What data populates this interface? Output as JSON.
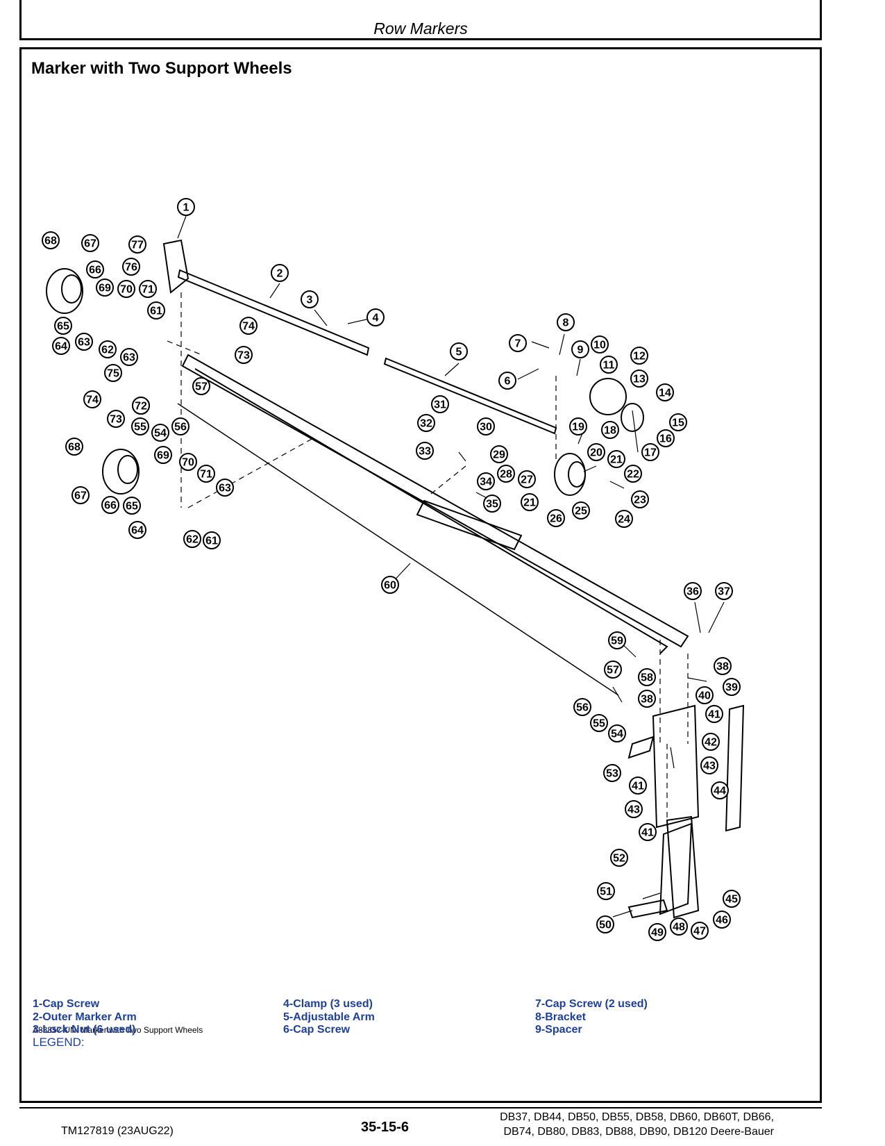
{
  "header": {
    "title": "Row Markers"
  },
  "section": {
    "title": "Marker with Two Support Wheels"
  },
  "figure": {
    "caption": "A83857-UN: Marker with Two Support Wheels",
    "callouts": [
      "1",
      "2",
      "3",
      "4",
      "5",
      "6",
      "7",
      "8",
      "9",
      "10",
      "11",
      "12",
      "13",
      "14",
      "15",
      "16",
      "17",
      "18",
      "19",
      "20",
      "21",
      "22",
      "23",
      "24",
      "25",
      "26",
      "27",
      "28",
      "29",
      "30",
      "31",
      "32",
      "33",
      "34",
      "35",
      "36",
      "37",
      "38",
      "39",
      "40",
      "41",
      "42",
      "43",
      "44",
      "45",
      "46",
      "47",
      "48",
      "49",
      "50",
      "51",
      "52",
      "53",
      "54",
      "55",
      "56",
      "57",
      "58",
      "59",
      "60",
      "61",
      "62",
      "63",
      "64",
      "65",
      "66",
      "67",
      "68",
      "69",
      "70",
      "71",
      "72",
      "73",
      "74",
      "75",
      "76",
      "77"
    ]
  },
  "legend": {
    "title": "LEGEND:",
    "items": [
      "1-Cap Screw",
      "2-Outer Marker Arm",
      "3-Lock Nut (6 used)",
      "4-Clamp (3 used)",
      "5-Adjustable Arm",
      "6-Cap Screw",
      "7-Cap Screw (2 used)",
      "8-Bracket",
      "9-Spacer"
    ]
  },
  "footer": {
    "doc_id": "TM127819 (23AUG22)",
    "page": "35-15-6",
    "models_line1": "DB37, DB44, DB50, DB55, DB58, DB60, DB60T, DB66,",
    "models_line2": "DB74, DB80, DB83, DB88, DB90, DB120 Deere-Bauer"
  }
}
